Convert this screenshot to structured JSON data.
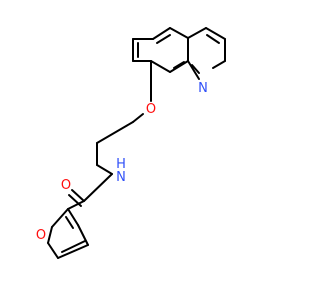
{
  "molecule": {
    "atoms": {
      "O_ether": {
        "label": "O",
        "color": "#ff0d0d"
      },
      "N_quinoline": {
        "label": "N",
        "color": "#3050f8"
      },
      "N_amide": {
        "label": "N",
        "color": "#3050f8"
      },
      "H_amide": {
        "label": "H",
        "color": "#3050f8"
      },
      "O_carbonyl": {
        "label": "O",
        "color": "#ff0d0d"
      },
      "O_furan": {
        "label": "O",
        "color": "#ff0d0d"
      }
    },
    "bond_color": "#000000"
  }
}
